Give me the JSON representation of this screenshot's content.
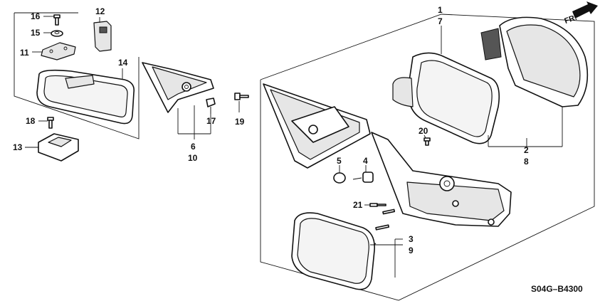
{
  "diagram": {
    "code": "S04G–B4300",
    "direction_label": "FR.",
    "callouts": {
      "c1": "1",
      "c7": "7",
      "c2": "2",
      "c8": "8",
      "c3": "3",
      "c9": "9",
      "c4": "4",
      "c5": "5",
      "c6": "6",
      "c10": "10",
      "c11": "11",
      "c12": "12",
      "c13": "13",
      "c14": "14",
      "c15": "15",
      "c16": "16",
      "c17": "17",
      "c18": "18",
      "c19": "19",
      "c20": "20",
      "c21": "21"
    }
  }
}
